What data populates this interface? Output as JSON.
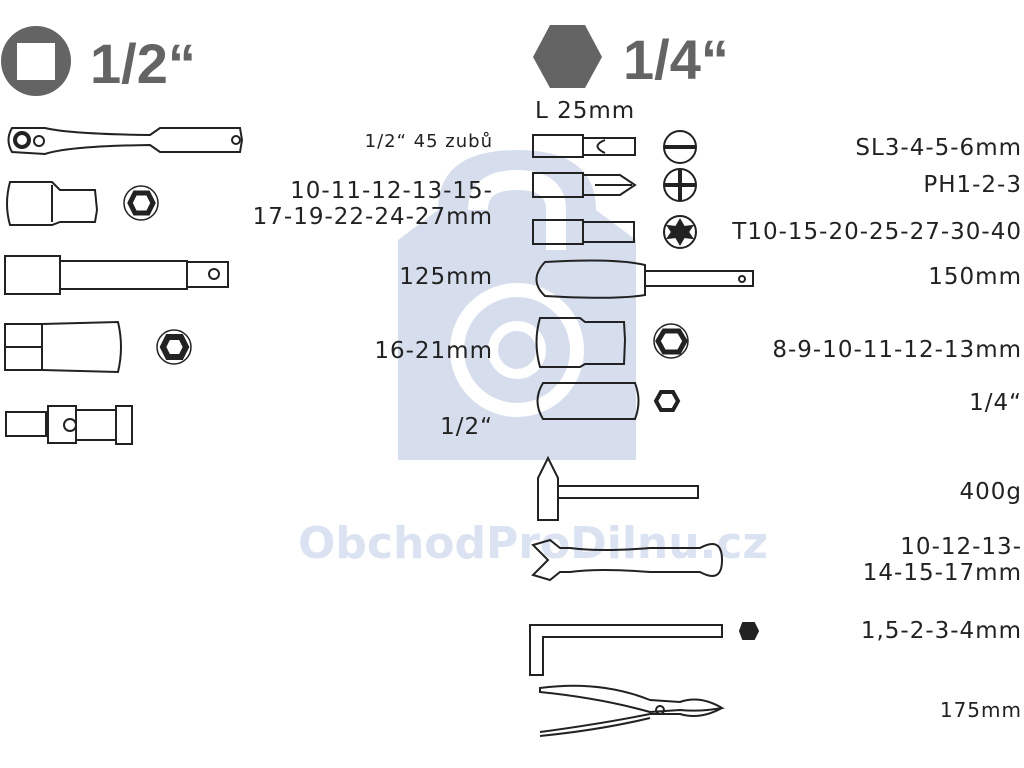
{
  "watermark": {
    "text": "ObchodProDilnu.cz",
    "color": "#dbe2f1"
  },
  "colors": {
    "heading": "#646464",
    "line": "#222222",
    "watermark_shape": "#d6deee"
  },
  "left_section": {
    "title": "1/2“",
    "icon": "square-drive-icon",
    "items": [
      {
        "icon": "ratchet-icon",
        "label": "1/2“ 45 zubů"
      },
      {
        "icon": "socket-icon",
        "label_lines": [
          "10-11-12-13-15-",
          "17-19-22-24-27mm"
        ]
      },
      {
        "icon": "extension-bar-icon",
        "label": "125mm"
      },
      {
        "icon": "spark-plug-socket-icon",
        "label": "16-21mm"
      },
      {
        "icon": "universal-joint-icon",
        "label": "1/2“"
      }
    ]
  },
  "right_section": {
    "title": "1/4“",
    "icon": "hex-drive-icon",
    "bit_length_label": "L 25mm",
    "items": [
      {
        "icon": "slotted-bit-icon",
        "label": "SL3-4-5-6mm"
      },
      {
        "icon": "phillips-bit-icon",
        "label": "PH1-2-3"
      },
      {
        "icon": "torx-bit-icon",
        "label": "T10-15-20-25-27-30-40"
      },
      {
        "icon": "screwdriver-handle-icon",
        "label": "150mm"
      },
      {
        "icon": "socket-icon",
        "label": "8-9-10-11-12-13mm"
      },
      {
        "icon": "bit-adapter-icon",
        "label": "1/4“"
      },
      {
        "icon": "hammer-icon",
        "label": "400g"
      },
      {
        "icon": "combination-wrench-icon",
        "label_lines": [
          "10-12-13-",
          "14-15-17mm"
        ]
      },
      {
        "icon": "hex-key-icon",
        "label": "1,5-2-3-4mm"
      },
      {
        "icon": "pliers-icon",
        "label": "175mm"
      }
    ]
  }
}
